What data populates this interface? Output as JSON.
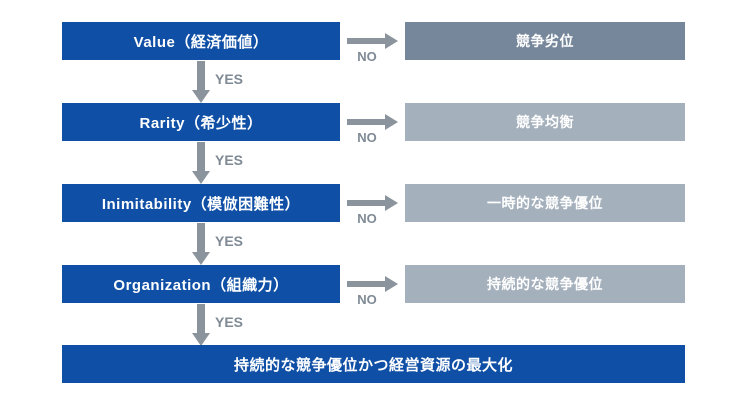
{
  "diagram": {
    "rows": [
      {
        "question": "Value（経済価値）",
        "yes_label": "YES",
        "no_label": "NO",
        "result": "競争劣位"
      },
      {
        "question": "Rarity（希少性）",
        "yes_label": "YES",
        "no_label": "NO",
        "result": "競争均衡"
      },
      {
        "question": "Inimitability（模倣困難性）",
        "yes_label": "YES",
        "no_label": "NO",
        "result": "一時的な競争優位"
      },
      {
        "question": "Organization（組織力）",
        "yes_label": "YES",
        "no_label": "NO",
        "result": "持続的な競争優位"
      }
    ],
    "final": "持続的な競争優位かつ経営資源の最大化",
    "colors": {
      "question_box": "#0f4fa5",
      "result_box_first": "#76879b",
      "result_box": "#a5b0bd",
      "arrow": "#8b949d",
      "label_text": "#7f8a95",
      "box_text": "#ffffff",
      "background": "#ffffff"
    }
  }
}
